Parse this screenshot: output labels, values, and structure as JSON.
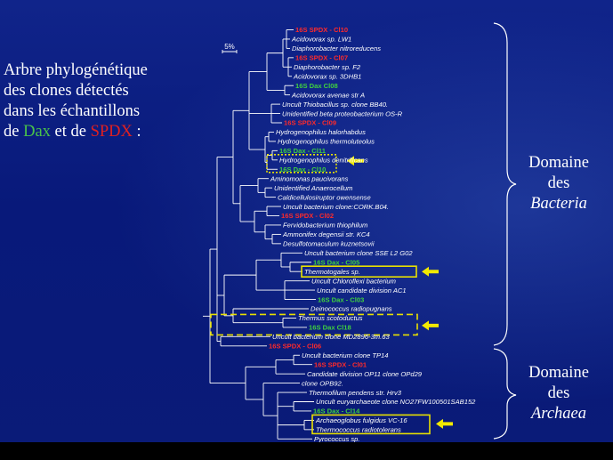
{
  "title": {
    "line1": "Arbre phylogénétique",
    "line2": "des clones détectés",
    "line3": "dans les échantillons",
    "line4_prefix": "de ",
    "line4_dax": "Dax",
    "line4_mid": " et de ",
    "line4_spdx": "SPDX",
    "line4_suffix": " :"
  },
  "scale_bar": "5%",
  "domains": {
    "bacteria": {
      "line1": "Domaine",
      "line2": "des",
      "line3": "Bacteria"
    },
    "archaea": {
      "line1": "Domaine",
      "line2": "des",
      "line3": "Archaea"
    }
  },
  "colors": {
    "dax": "#3fd13f",
    "spdx": "#ff2a2a",
    "highlight": "#e8e000",
    "arrow": "#f2ea00"
  },
  "leaves": [
    {
      "label": "16S SPDX - Cl10",
      "type": "spdx"
    },
    {
      "label": "Acidovorax sp. LW1",
      "type": "species"
    },
    {
      "label": "Diaphorobacter nitroreducens",
      "type": "species"
    },
    {
      "label": "16S SPDX - Cl07",
      "type": "spdx"
    },
    {
      "label": "Diaphorobacter sp. F2",
      "type": "species"
    },
    {
      "label": "Acidovorax sp. 3DHB1",
      "type": "species"
    },
    {
      "label": "16S Dax Cl08",
      "type": "dax"
    },
    {
      "label": "Acidovorax avenae str A",
      "type": "species"
    },
    {
      "label": "Uncult Thiobacillus sp. clone BB40.",
      "type": "species"
    },
    {
      "label": "Unidentified beta proteobacterium OS-R",
      "type": "species"
    },
    {
      "label": "16S SPDX - Cl09",
      "type": "spdx"
    },
    {
      "label": "Hydrogenophilus halorhabdus",
      "type": "species"
    },
    {
      "label": "Hydrogenophilus thermoluteolus",
      "type": "species"
    },
    {
      "label": "16S Dax - Cl11",
      "type": "dax"
    },
    {
      "label": "Hydrogenophilus denitrificans",
      "type": "species"
    },
    {
      "label": "16S Dax - Cl10",
      "type": "dax"
    },
    {
      "label": "Aminomonas paucivorans",
      "type": "species"
    },
    {
      "label": "Unidentified Anaerocellum",
      "type": "species"
    },
    {
      "label": "Caldicellulosiruptor owensense",
      "type": "species"
    },
    {
      "label": "Uncult bacterium clone:CORK.B04.",
      "type": "species"
    },
    {
      "label": "16S SPDX - Cl02",
      "type": "spdx"
    },
    {
      "label": "Fervidobacterium thiophilum",
      "type": "species"
    },
    {
      "label": "Ammonifex degensii str. KC4",
      "type": "species"
    },
    {
      "label": "Desulfotomaculum kuznetsovii",
      "type": "species"
    },
    {
      "label": "Uncult bacterium clone SSE L2 G02",
      "type": "species"
    },
    {
      "label": "16S Dax - Cl05",
      "type": "dax"
    },
    {
      "label": "Thermotogales sp.",
      "type": "species"
    },
    {
      "label": "Uncult Chloroflexi bacterium",
      "type": "species"
    },
    {
      "label": "Uncult candidate division AC1",
      "type": "species"
    },
    {
      "label": "16S Dax - Cl03",
      "type": "dax"
    },
    {
      "label": "Deinococcus radiopugnans",
      "type": "species"
    },
    {
      "label": "Thermus scotoductus",
      "type": "species"
    },
    {
      "label": "16S Dax Cl18",
      "type": "dax"
    },
    {
      "label": "Uncult bacterium clone MD2896-3m.63",
      "type": "species"
    },
    {
      "label": "16S SPDX - Cl06",
      "type": "spdx"
    },
    {
      "label": "Uncult bacterium clone TP14",
      "type": "species"
    },
    {
      "label": "16S SPDX - Cl01",
      "type": "spdx"
    },
    {
      "label": "Candidate division OP11 clone OPd29",
      "type": "species"
    },
    {
      "label": "clone OPB92.",
      "type": "species"
    },
    {
      "label": "Thermofilum pendens str. Hrv3",
      "type": "species"
    },
    {
      "label": "Uncult euryarchaeote clone NO27FW100501SAB152",
      "type": "species"
    },
    {
      "label": "16S Dax - Cl14",
      "type": "dax"
    },
    {
      "label": "Archaeoglobus fulgidus VC-16",
      "type": "species"
    },
    {
      "label": "Thermococcus radiotolerans",
      "type": "species"
    },
    {
      "label": "Pyrococcus sp.",
      "type": "species"
    }
  ]
}
